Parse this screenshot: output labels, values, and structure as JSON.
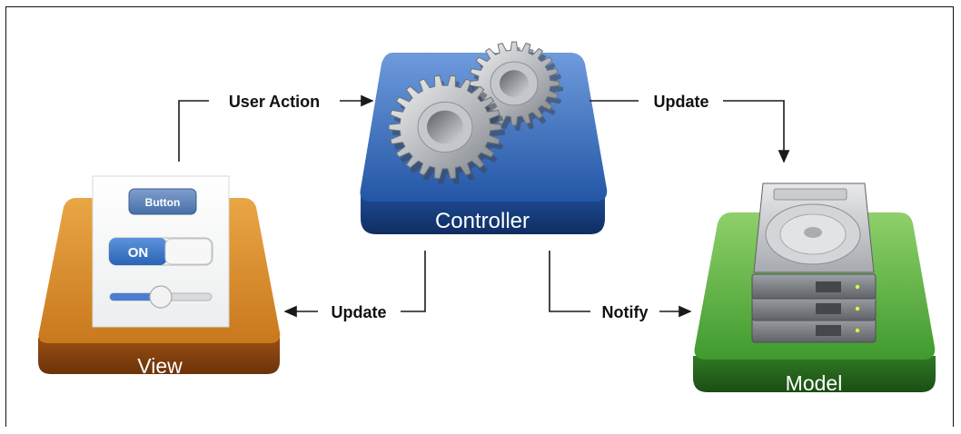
{
  "nodes": {
    "view": {
      "label": "View",
      "button_label": "Button",
      "toggle_label": "ON",
      "slider_value": 0.5
    },
    "controller": {
      "label": "Controller"
    },
    "model": {
      "label": "Model"
    }
  },
  "edges": {
    "user_action": "User Action",
    "update_model": "Update",
    "update_view": "Update",
    "notify": "Notify"
  },
  "colors": {
    "view_platform": "#d98a2a",
    "controller_platform": "#2f66b3",
    "model_platform": "#52a83c",
    "arrow": "#1a1a1a"
  }
}
